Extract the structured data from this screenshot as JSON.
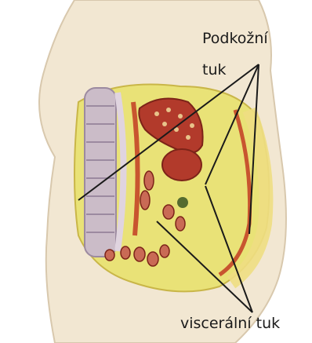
{
  "labels": {
    "subcutaneous_fat_line1": "Podkožní",
    "subcutaneous_fat_line2": "tuk",
    "visceral_fat": "viscerální tuk"
  },
  "colors": {
    "body_skin": "#f2e7d2",
    "fat_yellow": "#e9e277",
    "organ_red": "#b23a2b",
    "muscle_red": "#c8552f",
    "vertebra": "#cbbcc8",
    "leader_line": "#1a1a1a"
  }
}
